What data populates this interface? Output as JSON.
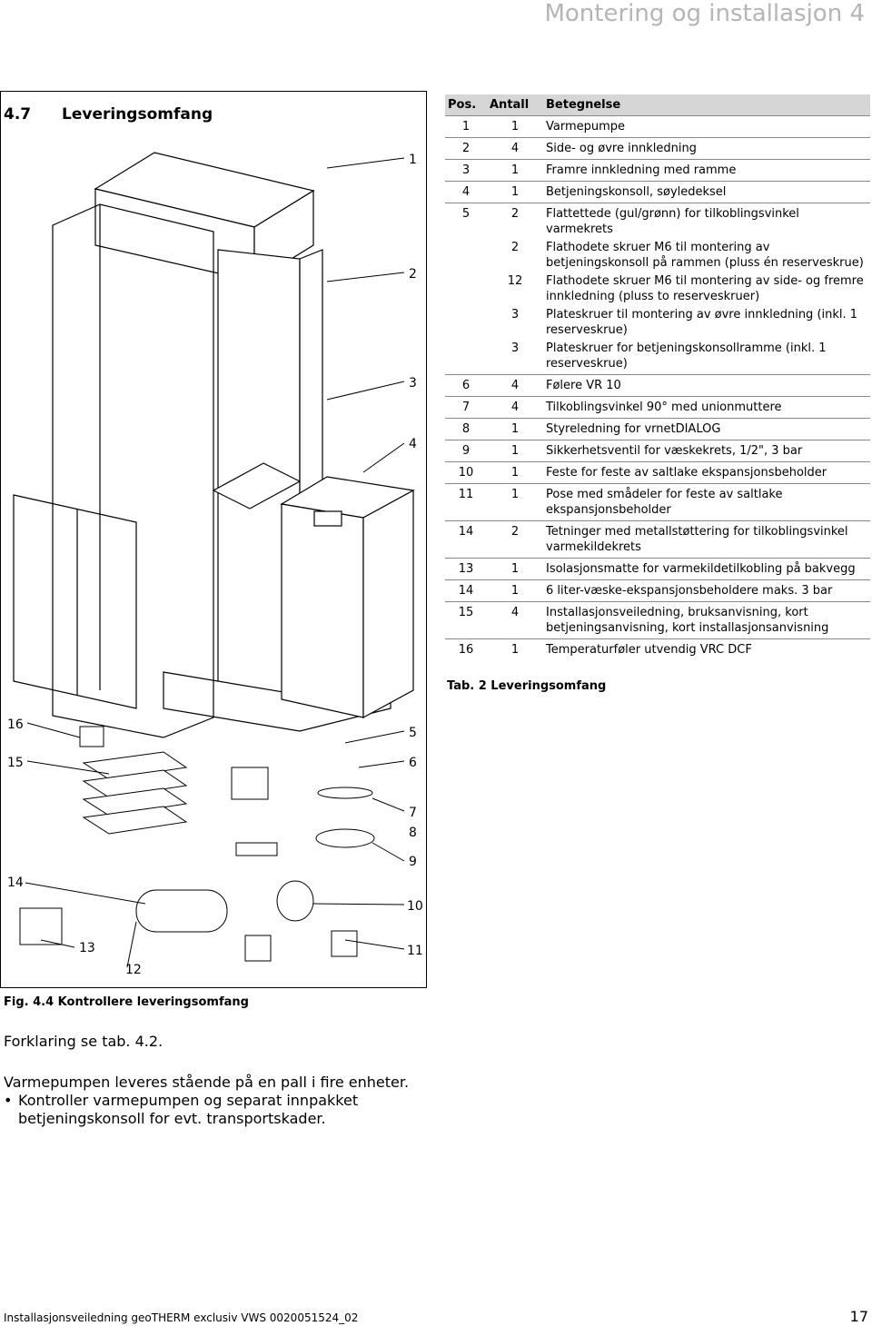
{
  "header": {
    "running_title": "Montering og installasjon 4"
  },
  "section": {
    "number": "4.7",
    "title": "Leveringsomfang"
  },
  "figure": {
    "callouts": [
      "1",
      "2",
      "3",
      "4",
      "5",
      "6",
      "7",
      "8",
      "9",
      "10",
      "11",
      "12",
      "13",
      "14",
      "15",
      "16"
    ],
    "caption": "Fig. 4.4 Kontrollere leveringsomfang"
  },
  "table": {
    "headers": [
      "Pos.",
      "Antall",
      "Betegnelse"
    ],
    "rows": [
      {
        "pos": "1",
        "antall": "1",
        "betegnelse": "Varmepumpe"
      },
      {
        "pos": "2",
        "antall": "4",
        "betegnelse": "Side- og øvre innkledning"
      },
      {
        "pos": "3",
        "antall": "1",
        "betegnelse": "Framre innkledning med ramme"
      },
      {
        "pos": "4",
        "antall": "1",
        "betegnelse": "Betjeningskonsoll, søyledeksel"
      },
      {
        "pos": "5",
        "antall": "2",
        "betegnelse": "Flattettede (gul/grønn) for tilkoblingsvinkel varmekrets"
      },
      {
        "pos": "",
        "antall": "2",
        "betegnelse": "Flathodete skruer M6 til montering av betjeningskonsoll på rammen (pluss én reserveskrue)"
      },
      {
        "pos": "",
        "antall": "12",
        "betegnelse": "Flathodete skruer M6 til montering av side- og fremre innkledning (pluss to reserveskruer)"
      },
      {
        "pos": "",
        "antall": "3",
        "betegnelse": "Plateskruer til montering av øvre innkledning (inkl. 1 reserveskrue)"
      },
      {
        "pos": "",
        "antall": "3",
        "betegnelse": "Plateskruer for betjeningskonsollramme (inkl. 1 reserveskrue)"
      },
      {
        "pos": "6",
        "antall": "4",
        "betegnelse": "Følere VR 10"
      },
      {
        "pos": "7",
        "antall": "4",
        "betegnelse": "Tilkoblingsvinkel 90° med unionmuttere"
      },
      {
        "pos": "8",
        "antall": "1",
        "betegnelse": "Styreledning for vrnetDIALOG"
      },
      {
        "pos": "9",
        "antall": "1",
        "betegnelse": "Sikkerhetsventil for væskekrets, 1/2\", 3 bar"
      },
      {
        "pos": "10",
        "antall": "1",
        "betegnelse": "Feste for feste av saltlake ekspansjonsbeholder"
      },
      {
        "pos": "11",
        "antall": "1",
        "betegnelse": "Pose med smådeler for feste av saltlake ekspansjonsbeholder"
      },
      {
        "pos": "14",
        "antall": "2",
        "betegnelse": "Tetninger med metallstøttering for tilkoblingsvinkel varmekildekrets"
      },
      {
        "pos": "13",
        "antall": "1",
        "betegnelse": "Isolasjonsmatte for varmekildetilkobling på bakvegg"
      },
      {
        "pos": "14",
        "antall": "1",
        "betegnelse": "6 liter-væske-ekspansjonsbeholdere maks. 3 bar"
      },
      {
        "pos": "15",
        "antall": "4",
        "betegnelse": "Installasjonsveiledning, bruksanvisning, kort betjeningsanvisning, kort installasjonsanvisning"
      },
      {
        "pos": "16",
        "antall": "1",
        "betegnelse": "Temperaturføler utvendig VRC DCF"
      }
    ],
    "caption": "Tab. 2 Leveringsomfang"
  },
  "body": {
    "reference": "Forklaring se tab. 4.2.",
    "paragraph": "Varmepumpen leveres stående på en pall i fire enheter.",
    "bullet_symbol": "•",
    "bullet": "Kontroller varmepumpen og separat innpakket betjeningskonsoll for evt. transportskader."
  },
  "footer": {
    "text": "Installasjonsveiledning geoTHERM exclusiv VWS 0020051524_02",
    "page": "17"
  }
}
